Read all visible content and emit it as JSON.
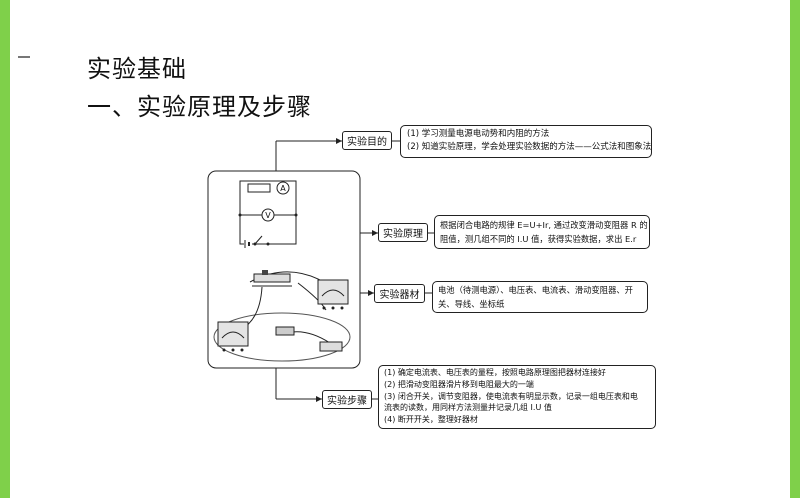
{
  "heading": {
    "title": "实验基础",
    "subtitle": "一、实验原理及步骤"
  },
  "diagram": {
    "purpose": {
      "label": "实验目的",
      "lines": [
        "(1) 学习测量电源电动势和内阻的方法",
        "(2) 知道实验原理，学会处理实验数据的方法——公式法和图象法"
      ]
    },
    "principle": {
      "label": "实验原理",
      "lines": [
        "根据闭合电路的规律 E=U+Ir, 通过改变滑动变阻器 R 的",
        "阻值，测几组不同的 I.U 值，获得实验数据，求出 E.r"
      ]
    },
    "equipment": {
      "label": "实验器材",
      "lines": [
        "电池（待测电源）、电压表、电流表、滑动变阻器、开",
        "关、导线、坐标纸"
      ]
    },
    "steps": {
      "label": "实验步骤",
      "lines": [
        "(1) 确定电流表、电压表的量程，按照电路原理图把器材连接好",
        "(2) 把滑动变阻器滑片移到电阻最大的一端",
        "(3) 闭合开关，调节变阻器，使电流表有明显示数，记录一组电压表和电",
        "流表的读数，用同样方法测量并记录几组 I.U 值",
        "(4) 断开开关，整理好器材"
      ]
    },
    "circuit": {
      "ammeter_symbol": "A",
      "voltmeter_symbol": "V"
    }
  }
}
